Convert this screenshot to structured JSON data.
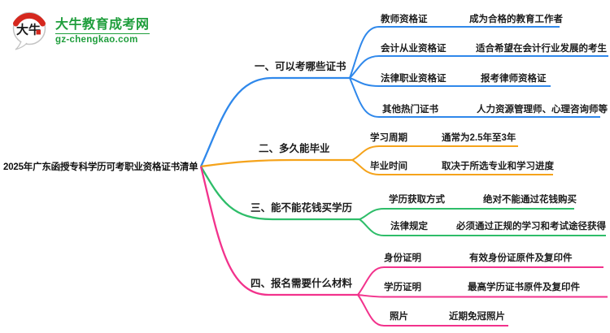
{
  "logo": {
    "icon_text": "大牛",
    "site_name": "大牛教育成考网",
    "site_url": "gz-chengkao.com",
    "brand_green": "#1f9e3c",
    "icon_red": "#d5281e"
  },
  "root": {
    "title": "2025年广东函授专科学历可考职业资格证书清单"
  },
  "branches": [
    {
      "label": "一、可以考哪些证书",
      "color": "#2f88eb",
      "children": [
        {
          "keyword": "教师资格证",
          "desc": "成为合格的教育工作者"
        },
        {
          "keyword": "会计从业资格证",
          "desc": "适合希望在会计行业发展的考生"
        },
        {
          "keyword": "法律职业资格证",
          "desc": "报考律师资格证"
        },
        {
          "keyword": "其他热门证书",
          "desc": "人力资源管理师、心理咨询师等"
        }
      ]
    },
    {
      "label": "二、多久能毕业",
      "color": "#f5a31b",
      "children": [
        {
          "keyword": "学习周期",
          "desc": "通常为2.5年至3年"
        },
        {
          "keyword": "毕业时间",
          "desc": "取决于所选专业和学习进度"
        }
      ]
    },
    {
      "label": "三、能不能花钱买学历",
      "color": "#2ebd69",
      "children": [
        {
          "keyword": "学历获取方式",
          "desc": "绝对不能通过花钱购买"
        },
        {
          "keyword": "法律规定",
          "desc": "必须通过正规的学习和考试途径获得"
        }
      ]
    },
    {
      "label": "四、报名需要什么材料",
      "color": "#f2328c",
      "children": [
        {
          "keyword": "身份证明",
          "desc": "有效身份证原件及复印件"
        },
        {
          "keyword": "学历证明",
          "desc": "最高学历证书原件及复印件"
        },
        {
          "keyword": "照片",
          "desc": "近期免冠照片"
        }
      ]
    }
  ]
}
